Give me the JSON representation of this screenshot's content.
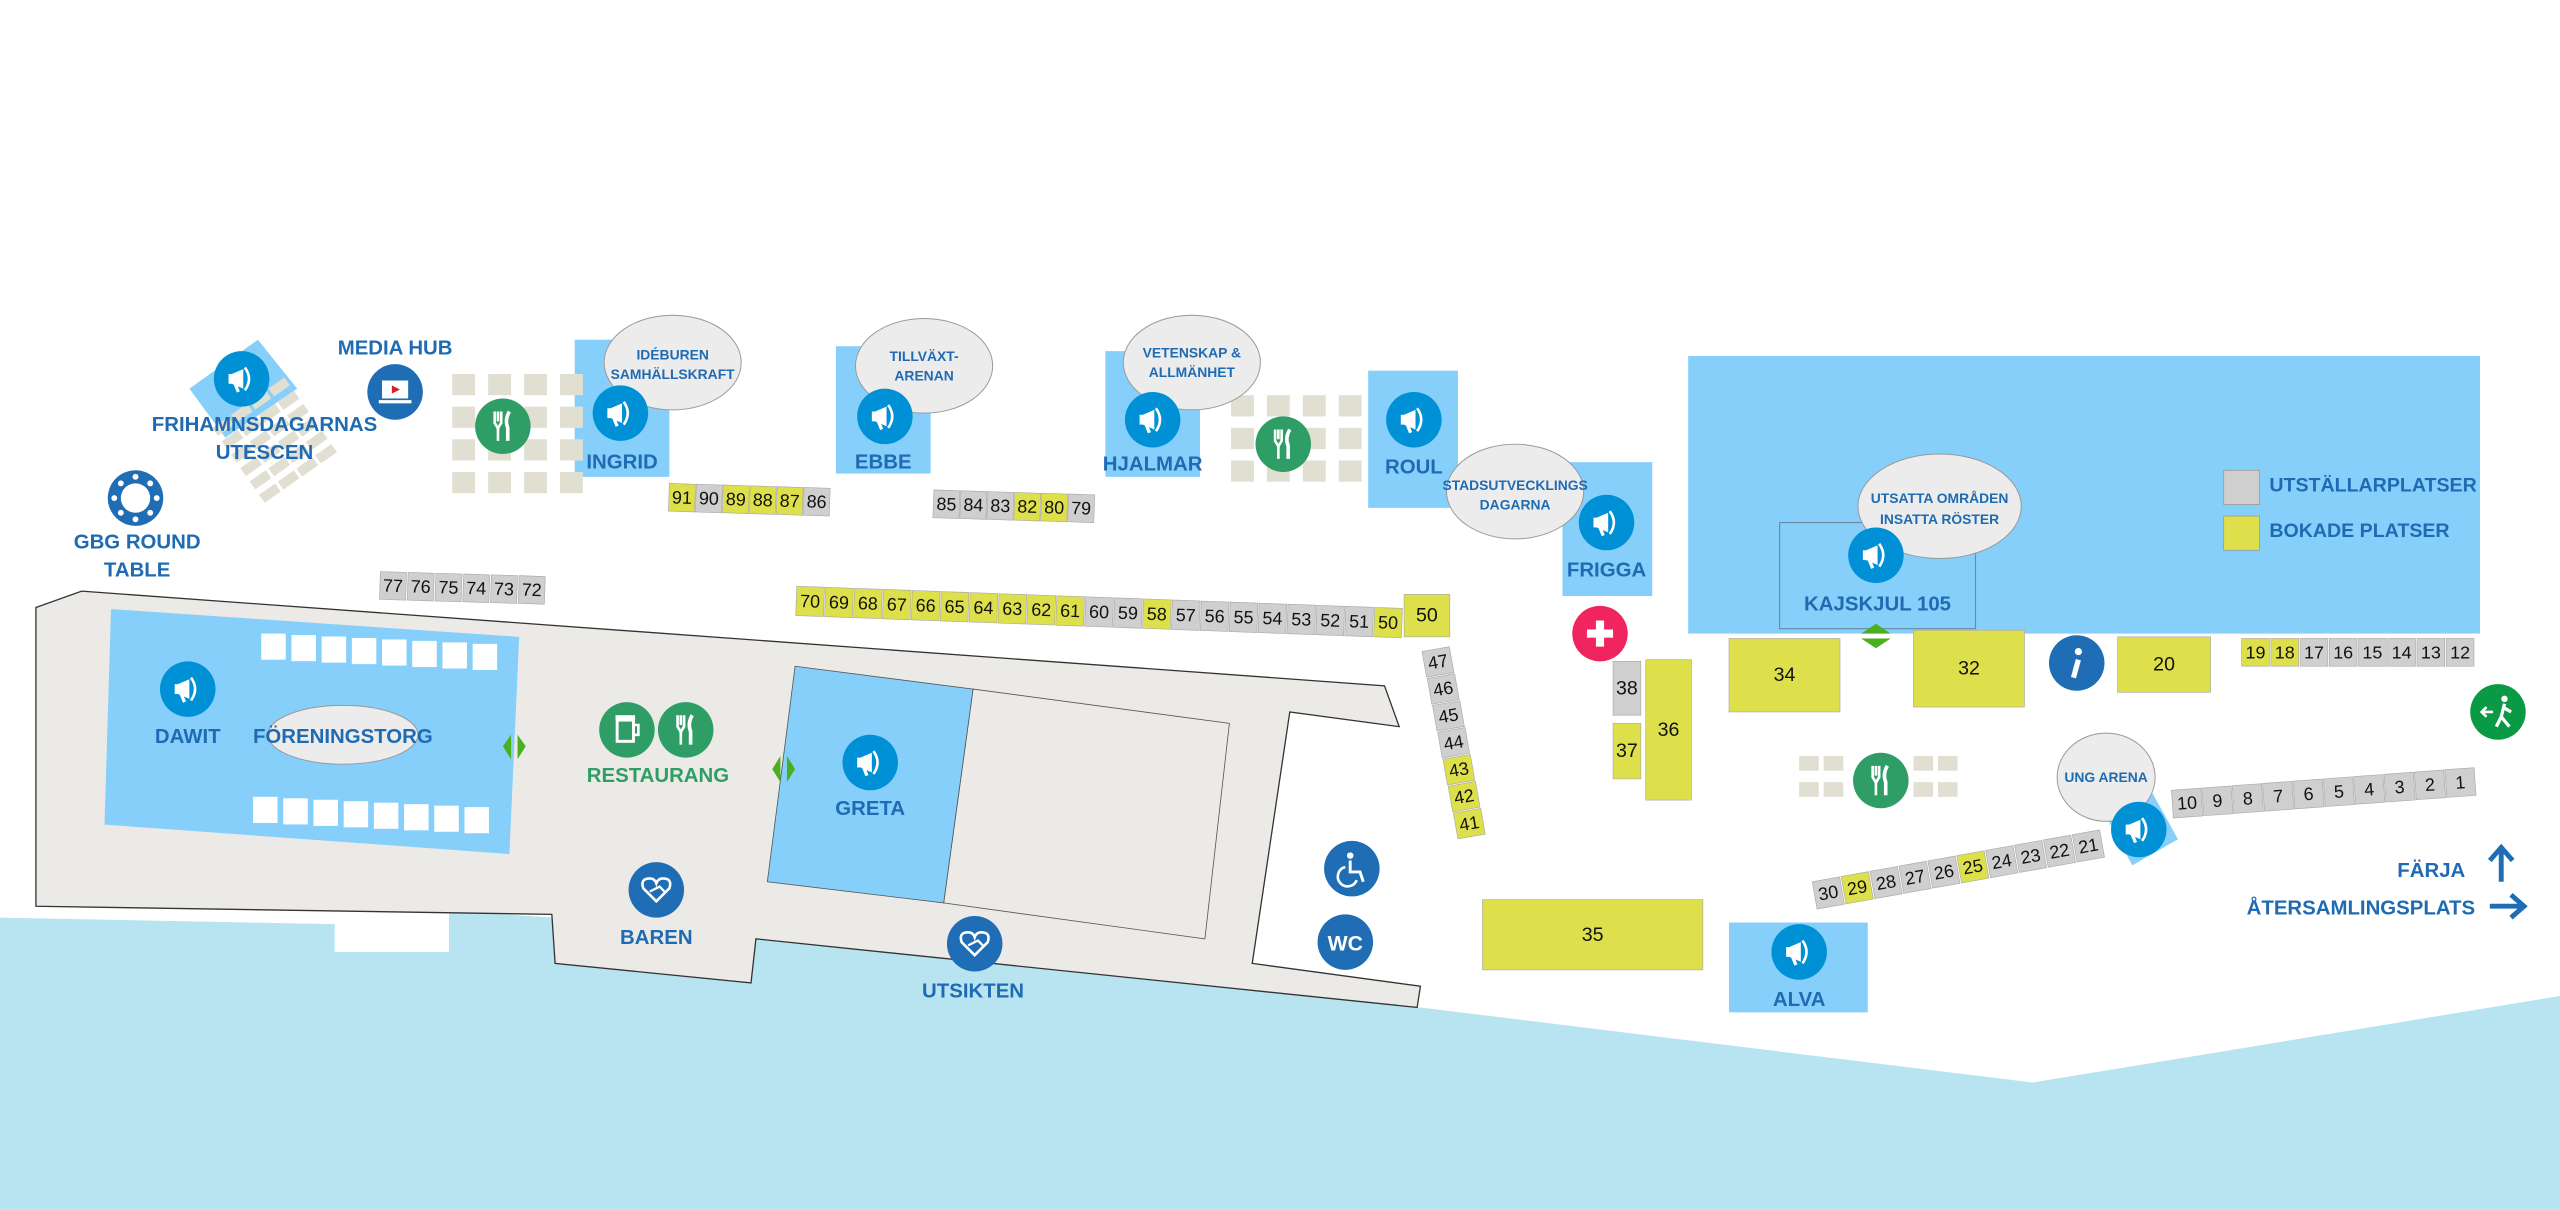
{
  "colors": {
    "zone": "#86cffa",
    "icon_blue": "#0090d6",
    "dark_blue": "#1e6db5",
    "text_blue": "#1f6bb3",
    "booked": "#dde04a",
    "exhibitor": "#cfcfcf",
    "pier": "#eceae6",
    "water": "#b8e4f2",
    "green": "#2e9e66",
    "first_aid": "#f0245f",
    "exit": "#0a9a45"
  },
  "legend": {
    "exhibitor": "UTSTÄLLARPLATSER",
    "booked": "BOKADE PLATSER"
  },
  "labels": {
    "media_hub": "MEDIA HUB",
    "frihamn_1": "FRIHAMNSDAGARNAS",
    "frihamn_2": "UTESCEN",
    "gbg_1": "GBG ROUND",
    "gbg_2": "TABLE",
    "ingrid": "INGRID",
    "ebbe": "EBBE",
    "hjalmar": "HJALMAR",
    "roul": "ROUL",
    "frigga": "FRIGGA",
    "kajskjul": "KAJSKJUL 105",
    "dawit": "DAWIT",
    "foreningstorg": "FÖRENINGSTORG",
    "restaurang": "RESTAURANG",
    "greta": "GRETA",
    "baren": "BAREN",
    "utsikten": "UTSIKTEN",
    "alva": "ALVA",
    "wc": "WC",
    "farja": "FÄRJA",
    "atersamling": "ÅTERSAMLINGSPLATS"
  },
  "bubbles": {
    "ideburen_1": "IDÉBUREN",
    "ideburen_2": "SAMHÄLLSKRAFT",
    "tillvaxt_1": "TILLVÄXT-",
    "tillvaxt_2": "ARENAN",
    "vetenskap_1": "VETENSKAP &",
    "vetenskap_2": "ALLMÄNHET",
    "stads_1": "STADSUTVECKLINGS",
    "stads_2": "DAGARNA",
    "utsatta_1": "UTSATTA OMRÅDEN",
    "utsatta_2": "INSATTA RÖSTER",
    "ung_arena": "UNG ARENA"
  },
  "booths": {
    "row_91_86": [
      [
        "91",
        "booked"
      ],
      [
        "90",
        "exhibitor"
      ],
      [
        "89",
        "booked"
      ],
      [
        "88",
        "booked"
      ],
      [
        "87",
        "booked"
      ],
      [
        "86",
        "exhibitor"
      ]
    ],
    "row_85_79": [
      [
        "85",
        "exhibitor"
      ],
      [
        "84",
        "exhibitor"
      ],
      [
        "83",
        "exhibitor"
      ],
      [
        "82",
        "booked"
      ],
      [
        "80",
        "booked"
      ],
      [
        "79",
        "exhibitor"
      ]
    ],
    "row_77_72": [
      [
        "77",
        "exhibitor"
      ],
      [
        "76",
        "exhibitor"
      ],
      [
        "75",
        "exhibitor"
      ],
      [
        "74",
        "exhibitor"
      ],
      [
        "73",
        "exhibitor"
      ],
      [
        "72",
        "exhibitor"
      ]
    ],
    "row_70_50": [
      [
        "70",
        "booked"
      ],
      [
        "69",
        "booked"
      ],
      [
        "68",
        "booked"
      ],
      [
        "67",
        "booked"
      ],
      [
        "66",
        "booked"
      ],
      [
        "65",
        "booked"
      ],
      [
        "64",
        "booked"
      ],
      [
        "63",
        "booked"
      ],
      [
        "62",
        "booked"
      ],
      [
        "61",
        "booked"
      ],
      [
        "60",
        "exhibitor"
      ],
      [
        "59",
        "exhibitor"
      ],
      [
        "58",
        "booked"
      ],
      [
        "57",
        "exhibitor"
      ],
      [
        "56",
        "exhibitor"
      ],
      [
        "55",
        "exhibitor"
      ],
      [
        "54",
        "exhibitor"
      ],
      [
        "53",
        "exhibitor"
      ],
      [
        "52",
        "exhibitor"
      ],
      [
        "51",
        "exhibitor"
      ],
      [
        "50",
        "booked"
      ]
    ],
    "row_47_41": [
      [
        "47",
        "exhibitor"
      ],
      [
        "46",
        "exhibitor"
      ],
      [
        "45",
        "exhibitor"
      ],
      [
        "44",
        "exhibitor"
      ],
      [
        "43",
        "booked"
      ],
      [
        "42",
        "booked"
      ],
      [
        "41",
        "booked"
      ]
    ],
    "row_19_12": [
      [
        "19",
        "booked"
      ],
      [
        "18",
        "booked"
      ],
      [
        "17",
        "exhibitor"
      ],
      [
        "16",
        "exhibitor"
      ],
      [
        "15",
        "exhibitor"
      ],
      [
        "14",
        "exhibitor"
      ],
      [
        "13",
        "exhibitor"
      ],
      [
        "12",
        "exhibitor"
      ]
    ],
    "row_10_1": [
      [
        "10",
        "exhibitor"
      ],
      [
        "9",
        "exhibitor"
      ],
      [
        "8",
        "exhibitor"
      ],
      [
        "7",
        "exhibitor"
      ],
      [
        "6",
        "exhibitor"
      ],
      [
        "5",
        "exhibitor"
      ],
      [
        "4",
        "exhibitor"
      ],
      [
        "3",
        "exhibitor"
      ],
      [
        "2",
        "exhibitor"
      ],
      [
        "1",
        "exhibitor"
      ]
    ],
    "row_30_21": [
      [
        "30",
        "exhibitor"
      ],
      [
        "29",
        "booked"
      ],
      [
        "28",
        "exhibitor"
      ],
      [
        "27",
        "exhibitor"
      ],
      [
        "26",
        "exhibitor"
      ],
      [
        "25",
        "booked"
      ],
      [
        "24",
        "exhibitor"
      ],
      [
        "23",
        "exhibitor"
      ],
      [
        "22",
        "exhibitor"
      ],
      [
        "21",
        "exhibitor"
      ]
    ],
    "large": {
      "b50": [
        "50",
        "booked"
      ],
      "b38": [
        "38",
        "exhibitor"
      ],
      "b37": [
        "37",
        "booked"
      ],
      "b36": [
        "36",
        "booked"
      ],
      "b34": [
        "34",
        "booked"
      ],
      "b32": [
        "32",
        "booked"
      ],
      "b20": [
        "20",
        "booked"
      ],
      "b35": [
        "35",
        "booked"
      ]
    }
  }
}
